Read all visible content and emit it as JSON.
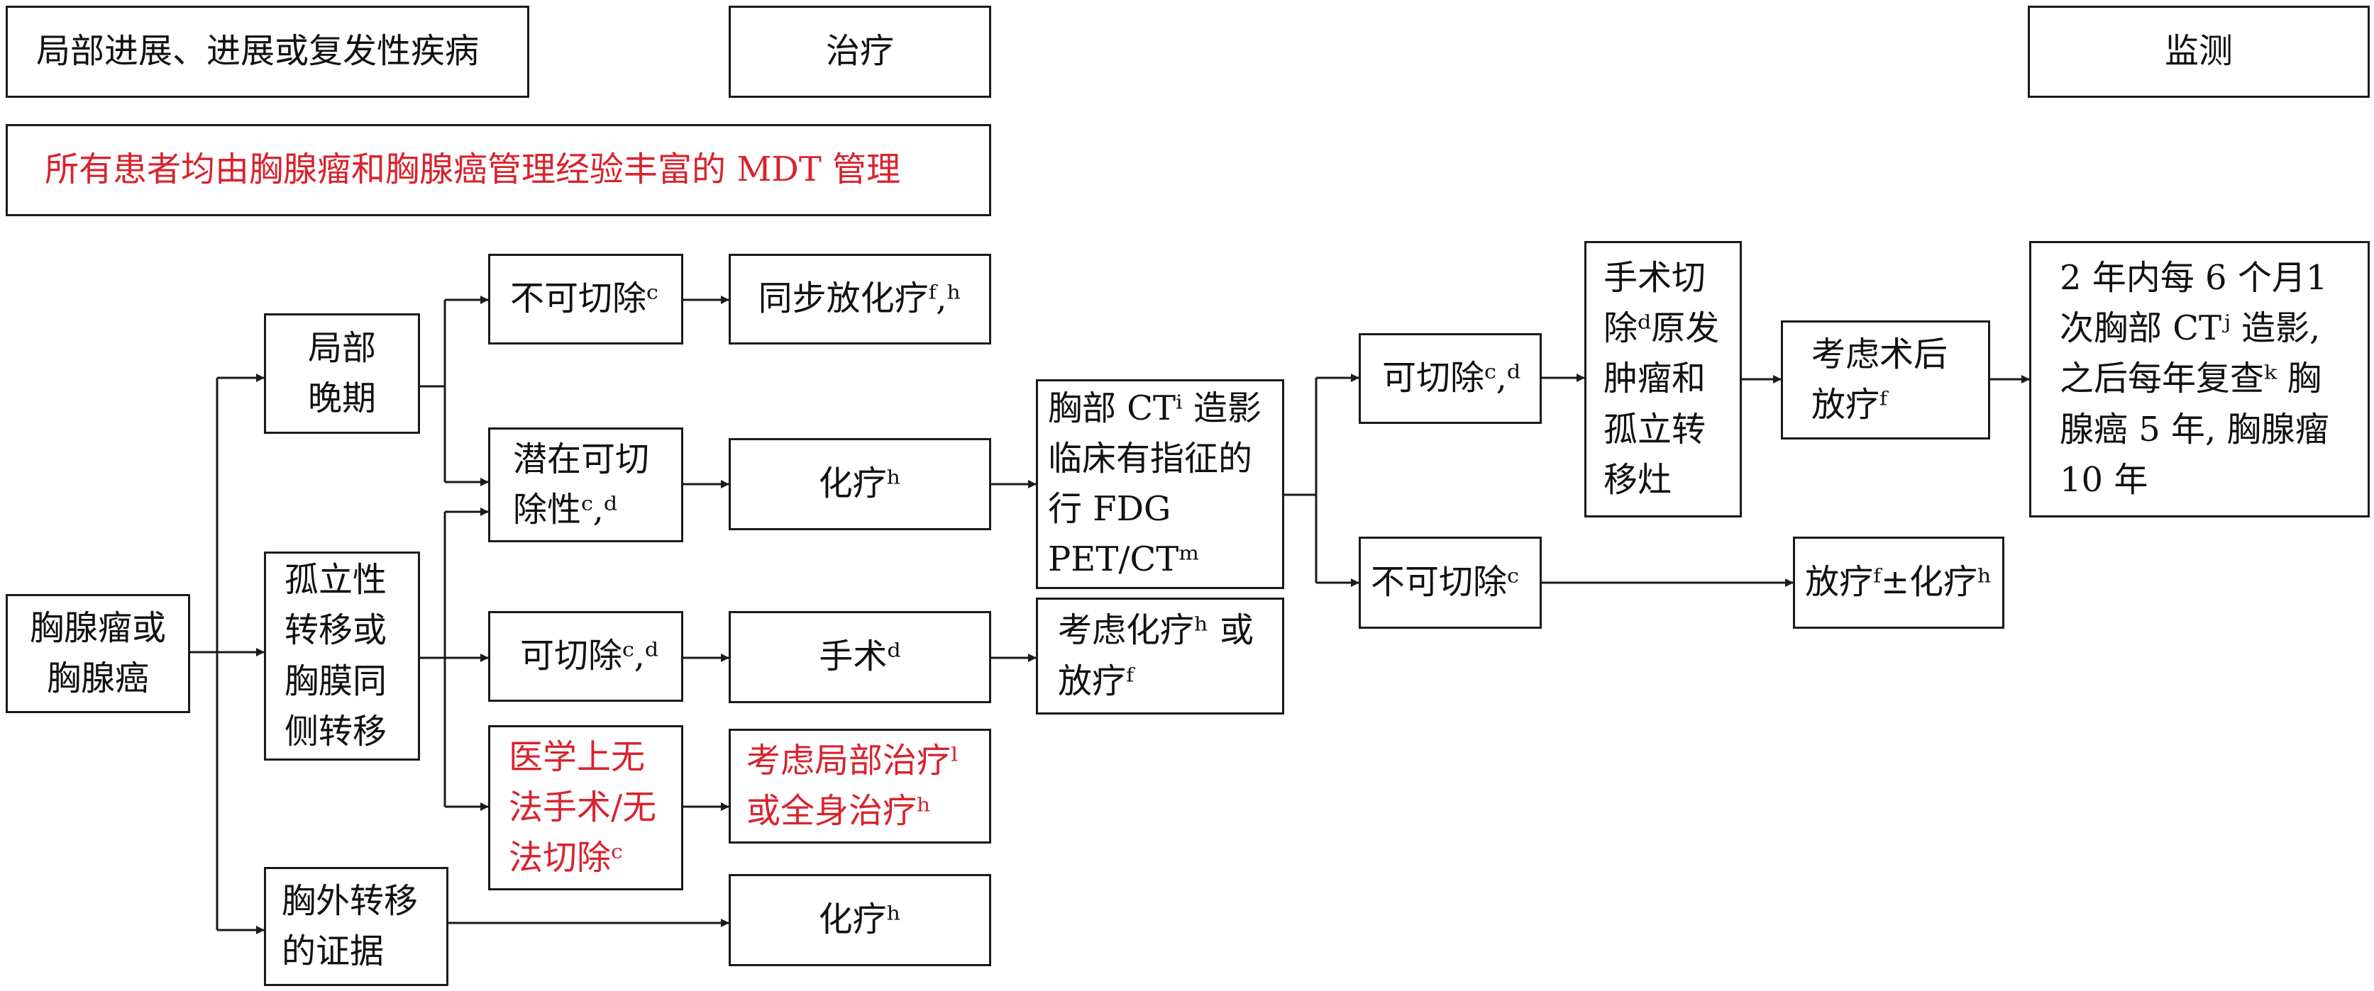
{
  "headers": {
    "stage": "局部进展、进展或复发性疾病",
    "treatment": "治疗",
    "monitoring": "监测"
  },
  "mdt_note": "所有患者均由胸腺瘤和胸腺癌管理经验丰富的 MDT 管理",
  "nodes": {
    "root": "胸腺瘤或\n胸腺癌",
    "local_advanced": "局部\n晚期",
    "isolated_metastasis": "孤立性\n转移或\n胸膜同\n侧转移",
    "extrathoracic": "胸外转移\n的证据",
    "unresectable": "不可切除ᶜ",
    "potentially_resectable": "潜在可切\n除性ᶜ,ᵈ",
    "resectable": "可切除ᶜ,ᵈ",
    "medically_inoperable": "医学上无\n法手术/无\n法切除ᶜ",
    "concurrent_chemoradiation": "同步放化疗ᶠ,ʰ",
    "chemotherapy_1": "化疗ʰ",
    "surgery": "手术ᵈ",
    "local_or_systemic": "考虑局部治疗ˡ\n或全身治疗ʰ",
    "chemotherapy_2": "化疗ʰ",
    "chest_ct": "胸部 CTⁱ 造影\n临床有指征的\n行 FDG\nPET/CTᵐ",
    "consider_chemo_or_rt": "考虑化疗ʰ 或\n放疗ᶠ",
    "resectable_2": "可切除ᶜ,ᵈ",
    "unresectable_2": "不可切除ᶜ",
    "surgical_resection": "手术切\n除ᵈ原发\n肿瘤和\n孤立转\n移灶",
    "postop_rt": "考虑术后\n放疗ᶠ",
    "rt_chemo": "放疗ᶠ±化疗ʰ",
    "surveillance": "2 年内每 6 个月1\n次胸部 CTʲ 造影,\n之后每年复查ᵏ 胸\n腺癌 5 年, 胸腺瘤\n10 年"
  },
  "colors": {
    "line": "#1a1a1a",
    "highlight_red": "#d9232d"
  }
}
